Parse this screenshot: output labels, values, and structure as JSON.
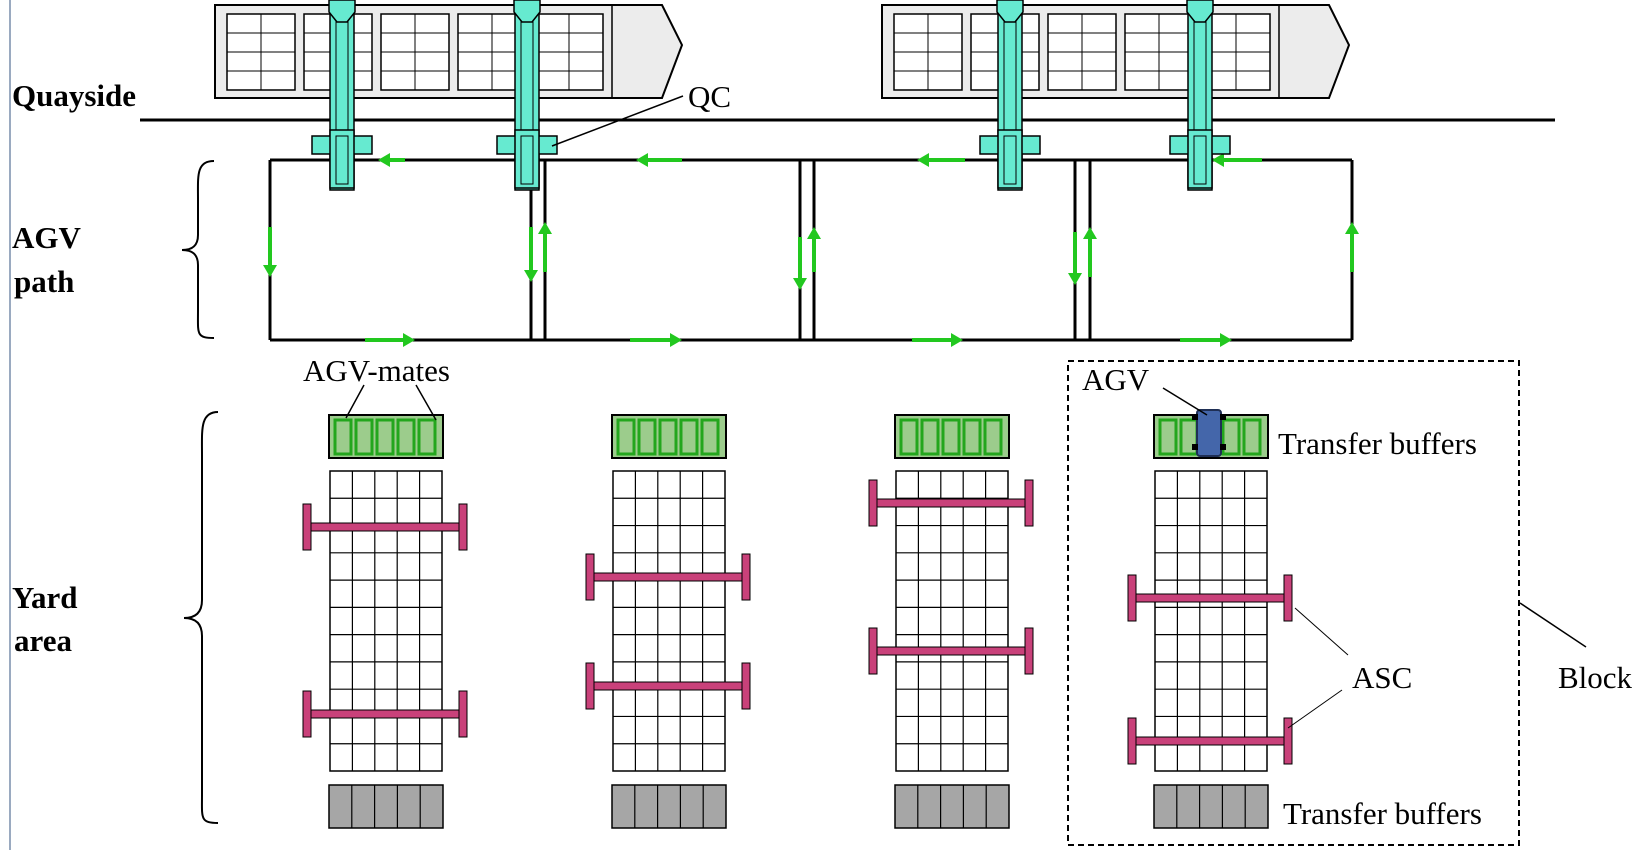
{
  "regions": {
    "quayside": "Quayside",
    "agv_path_line1": "AGV",
    "agv_path_line2": "path",
    "yard_area_line1": "Yard",
    "yard_area_line2": "area"
  },
  "labels": {
    "qc": "QC",
    "agv_mates": "AGV-mates",
    "agv": "AGV",
    "transfer_buffers_top": "Transfer buffers",
    "transfer_buffers_bottom": "Transfer buffers",
    "asc": "ASC",
    "block": "Block"
  },
  "colors": {
    "crane": "#66ead0",
    "ship_fill": "#ececec",
    "arrow": "#22c81f",
    "agv_mate_fill": "#9ccc8c",
    "agv_mate_stroke": "#23a61d",
    "asc": "#c9417a",
    "buffer_gray": "#a6a6a6",
    "agv_vehicle": "#4466aa"
  },
  "counts": {
    "ships": 2,
    "quay_cranes": 4,
    "yard_blocks": 4,
    "agv_mates_per_block": 5,
    "asc_per_block": 2
  }
}
